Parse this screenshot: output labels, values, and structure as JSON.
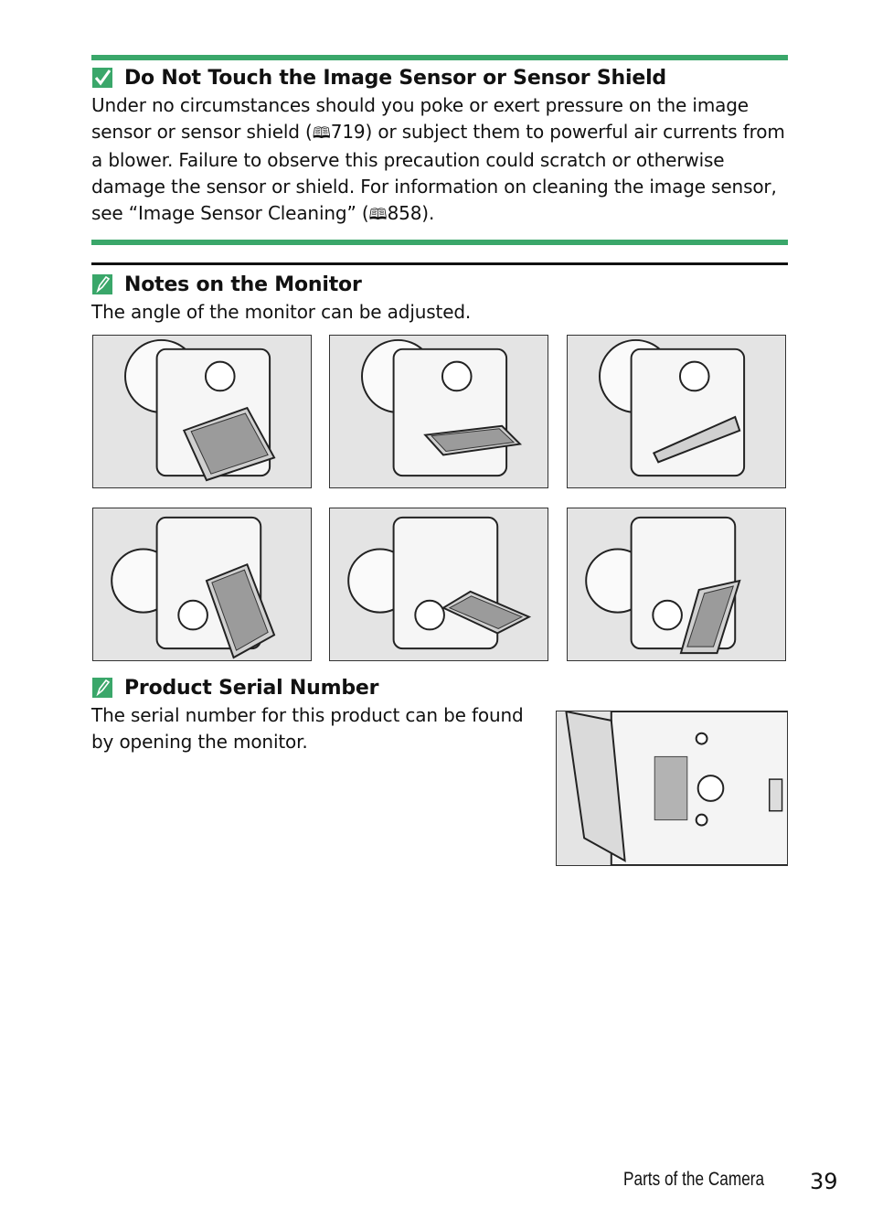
{
  "sections": {
    "caution": {
      "icon": "check-caution-icon",
      "title": "Do Not Touch the Image Sensor or Sensor Shield",
      "line1": "Under no circumstances should you poke or exert pressure on the image",
      "line2a": "sensor or sensor shield (",
      "ref1": "719",
      "line2b": ") or subject them to powerful air currents from",
      "line3": "a blower. Failure to observe this precaution could scratch or otherwise",
      "line4": "damage the sensor or shield. For information on cleaning the image sensor,",
      "line5a": "see “Image Sensor Cleaning” (",
      "ref2": "858",
      "line5b": ")."
    },
    "monitor": {
      "icon": "pencil-note-icon",
      "title": "Notes on the Monitor",
      "body": "The angle of the monitor can be adjusted."
    },
    "serial": {
      "icon": "pencil-note-icon",
      "title": "Product Serial Number",
      "line1": "The serial number for this product can be found",
      "line2": "by opening the monitor."
    }
  },
  "book_icon": "manual-page-reference-icon",
  "footer": {
    "section_label": "Parts of the Camera",
    "page_number": "39"
  },
  "colors": {
    "accent_green": "#3aa76a",
    "text": "#111111",
    "photo_bg": "#e4e4e4"
  }
}
